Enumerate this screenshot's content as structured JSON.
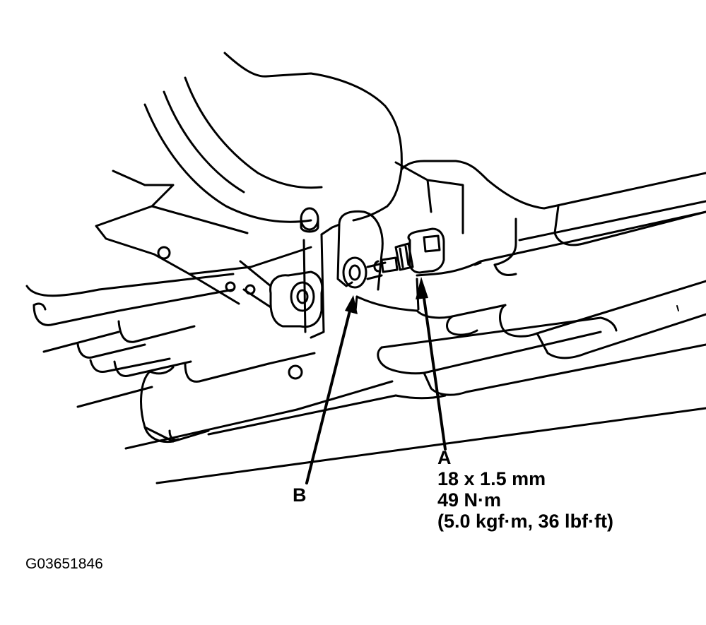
{
  "figure": {
    "callouts": {
      "a": {
        "letter": "A",
        "size": "18 x 1.5 mm",
        "torque_nm": "49 N·m",
        "torque_other": "(5.0 kgf·m, 36 lbf·ft)"
      },
      "b": {
        "letter": "B"
      }
    },
    "figure_id": "G03651846"
  }
}
